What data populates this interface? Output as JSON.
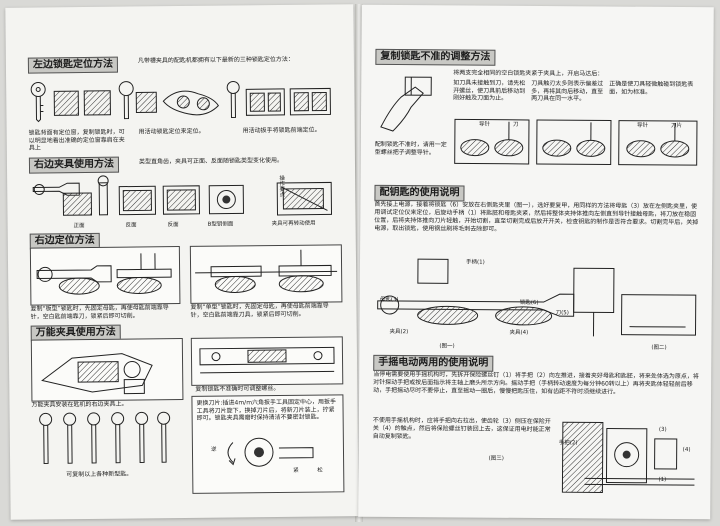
{
  "left_page": {
    "sec1": {
      "title": "左边锁匙定位方法",
      "intro": "凡带槽夹具的配匙机都拥有以下最新的三种锁匙定位方法：",
      "note_a": "锁匙背面有定位窗，复制锁匙时，可以明显地看出准确的定位窗靠肩在夹具上",
      "note_b": "用活动锁匙定位来定位。",
      "note_c": "用活动扳手将锁匙前端定位。"
    },
    "sec2": {
      "title": "右边夹具使用方法",
      "intro": "类型直角齿，夹具可正面、反面随锁匙类型变化使用。",
      "captions": [
        "正面",
        "反面",
        "反面",
        "B型钥侧面",
        "夹具可再转动使用"
      ],
      "side_note": "操作要点"
    },
    "sec3": {
      "title": "右边定位方法",
      "note_left": "复制“板型”锁匙时，先固定母匙，再使母匙前端靠导针，空白匙前端靠刀，锁紧后即可切削。",
      "note_right": "复制“单型”锁匙时，先固定母匙，再使母匙前端靠导针，空白匙前端靠刀具，锁紧后即可切削。"
    },
    "sec4": {
      "title": "万能夹具使用方法",
      "caption_clamp": "万能夹具安装在匙机的右边夹具上。",
      "caption_rail": "复制锁匙不准确时可调整螺丝。",
      "caption_keys": "可复制以上各种新型匙。",
      "tool_note": "更换刀片:插进4m/m六角扳手工具固定中心，用扳手工具将刀片旋下，换掉刀片后，将新刀片装上，拧紧即可。锁匙夹具需磨时保持清洁不要密封锁匙。",
      "labels": [
        "逆",
        "紧",
        "松"
      ]
    }
  },
  "right_page": {
    "sec1": {
      "title": "复制锁匙不准的调整方法",
      "intro": "将两支完全相同的空白锁匙夹紧于夹具上，开启马达后：",
      "item1": "如刀具未接触到刀，请先松开螺丝，使刀具前后移动到刚好触及刀面为止。",
      "item2": "刀具触刃太多则表示偏差过多，再将其向后移动，直至两刀具在同一水平。",
      "item3": "正确是使刀具轻微触碰到锁匙表面，如为标准。",
      "note": "配制锁匙不准时，请用一定型螺丝把子调整导针。",
      "labels": [
        "刀",
        "导针",
        "刀片",
        "导针"
      ]
    },
    "sec2": {
      "title": "配钥匙的使用说明",
      "para": "首先接上电源，接着将锁匙（6）安放在右侧匙夹里（图一），选好要复甲，用同样的方法将母匙（3）放在左侧匙夹里，使用调试定位仪来定位，后旋动手柄（1）将匙胚和母匙夹紧，然后将整体夹持体推向左侧直到导针接触母匙，将刀放在稳固位置，后将夹持体推向刀片轻触，开始切割，直至切割完成后放开开关，检查钥匙的制作是否符合要求。切割完毕后，关掉电源，取出锁匙，使用钢丝刷将毛刺去除即可。",
      "fig1": "(图一)",
      "fig2": "(图二)",
      "labels": [
        "母匙(3)",
        "夹具(2)",
        "夹具(4)",
        "锁匙(6)",
        "刀(5)",
        "手柄(1)"
      ]
    },
    "sec3": {
      "title": "手摇电动两用的使用说明",
      "para1": "当停电需要使用手摇机构时，先拆开保险螺丝钉（1）将手把（2）向左推进，接着夹好母匙和匙胚，将来处体选为原点，将对针探动手把或按后面指示将主轴上磨头所示方向。摇动手把（手柄转动速度为每分钟60转以上）再将夹匙体轻轻前后移动，手把摇动尽时不要停止，直至摇动一圈后，慢慢把匙压住，如有齿距不符时须继续进行。",
      "para2": "不使用手摇机构时，应将手把向右拉出，使齿轮（3）侧压在保险开关（4）的触点，然后将保险螺丝钉装回上去，这保证用电时能正常自动复制锁匙。",
      "fig3": "(图三)",
      "labels": [
        "手把(2)",
        "(3)",
        "(4)",
        "(1)"
      ]
    }
  }
}
